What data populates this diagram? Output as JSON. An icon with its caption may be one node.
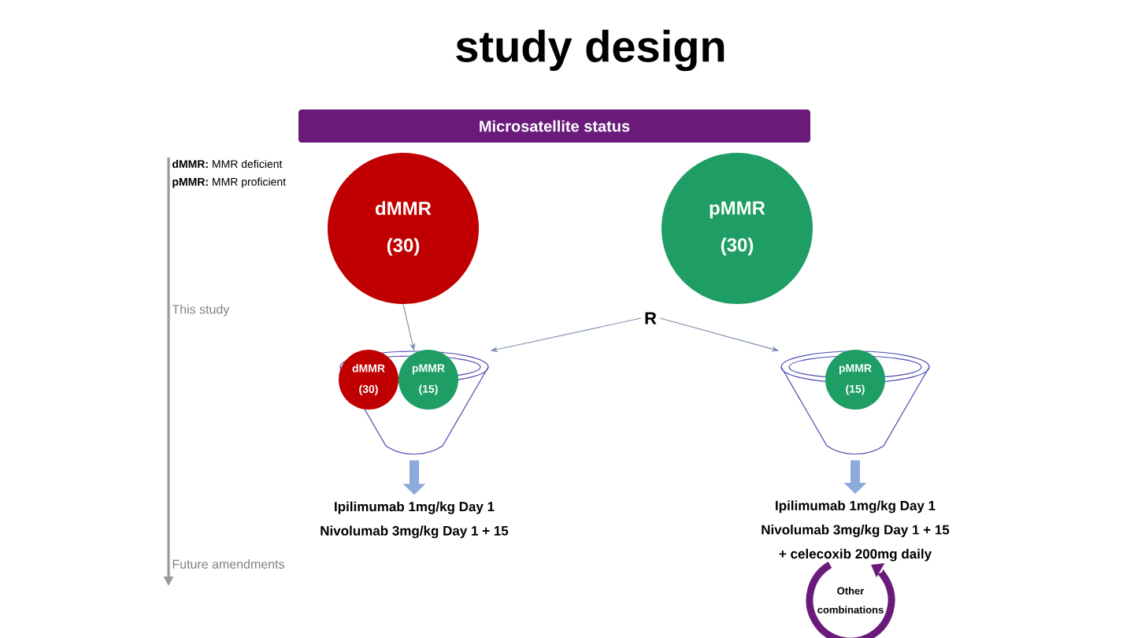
{
  "diagram": {
    "title": "study design",
    "nodes": [
      {
        "text": [
          "Microsatellite status"
        ]
      },
      {
        "text": [
          "dMMR",
          "(30)"
        ]
      },
      {
        "text": [
          "pMMR",
          "(30)"
        ]
      },
      {
        "text": [
          "R"
        ]
      },
      {
        "text": [],
        "shape": "funnel"
      },
      {
        "text": [
          "dMMR",
          "(30)"
        ],
        "in": 4
      },
      {
        "text": [
          "pMMR",
          "(15)"
        ],
        "in": 4
      },
      {
        "text": [],
        "shape": "funnel"
      },
      {
        "text": [
          "pMMR",
          "(15)"
        ],
        "in": 7
      },
      {
        "text": [
          "Ipilimumab 1mg/kg Day 1",
          "Nivolumab 3mg/kg Day 1 + 15"
        ]
      },
      {
        "text": [
          "Ipilimumab 1mg/kg Day 1",
          "Nivolumab 3mg/kg Day 1 + 15",
          "+ celecoxib 200mg daily"
        ]
      },
      {
        "text": [
          "Other combinations"
        ]
      }
    ],
    "edges": [
      {
        "from": 1,
        "to": 4,
        "arrow": "to"
      },
      {
        "from": 3,
        "to": 4,
        "arrow": "to"
      },
      {
        "from": 3,
        "to": 7,
        "arrow": "to"
      },
      {
        "from": 4,
        "to": 9,
        "arrow": "to",
        "style": "thick",
        "color": "#8eaadb"
      },
      {
        "from": 7,
        "to": 10,
        "arrow": "to",
        "style": "thick",
        "color": "#8eaadb"
      }
    ],
    "labels": [
      "**dMMR:** MMR deficient",
      "**pMMR:** MMR proficient",
      "This study",
      "Future amendments"
    ]
  }
}
